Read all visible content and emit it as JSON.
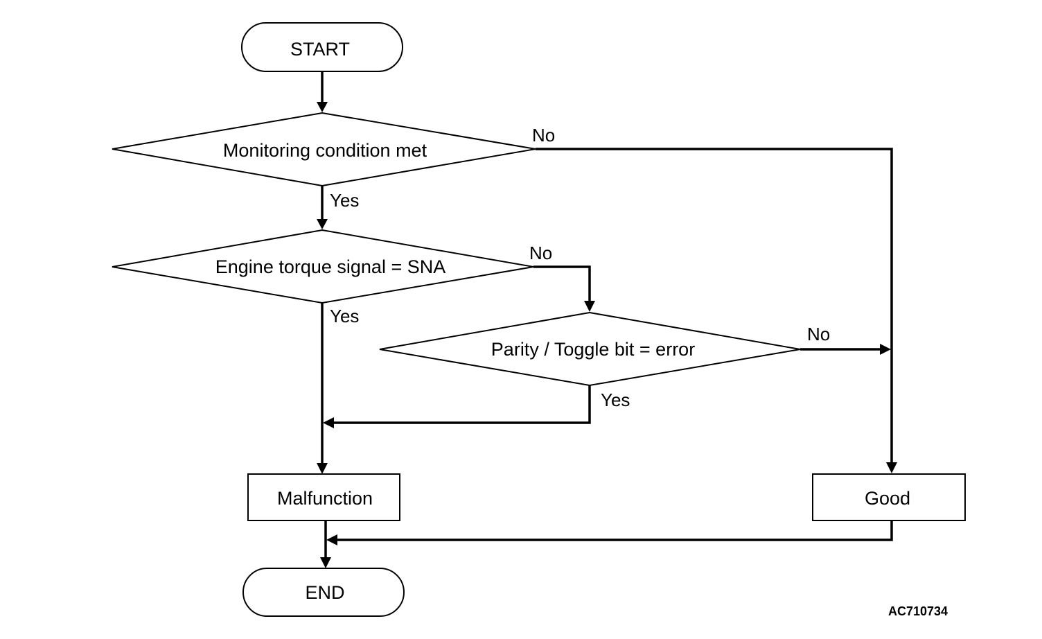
{
  "nodes": {
    "start": {
      "label": "START",
      "shape": "terminal"
    },
    "monitoring": {
      "label": "Monitoring condition met",
      "shape": "decision"
    },
    "engine_torque": {
      "label": "Engine torque signal  = SNA",
      "shape": "decision"
    },
    "parity": {
      "label": "Parity / Toggle bit = error",
      "shape": "decision"
    },
    "malfunction": {
      "label": "Malfunction",
      "shape": "process"
    },
    "good": {
      "label": "Good",
      "shape": "process"
    },
    "end": {
      "label": "END",
      "shape": "terminal"
    }
  },
  "edges": [
    {
      "from": "start",
      "to": "monitoring",
      "label": ""
    },
    {
      "from": "monitoring",
      "to": "engine_torque",
      "label": "Yes"
    },
    {
      "from": "monitoring",
      "to": "good",
      "label": "No"
    },
    {
      "from": "engine_torque",
      "to": "malfunction",
      "label": "Yes"
    },
    {
      "from": "engine_torque",
      "to": "parity",
      "label": "No"
    },
    {
      "from": "parity",
      "to": "malfunction",
      "label": "Yes"
    },
    {
      "from": "parity",
      "to": "good",
      "label": "No"
    },
    {
      "from": "malfunction",
      "to": "end",
      "label": ""
    },
    {
      "from": "good",
      "to": "end",
      "label": ""
    }
  ],
  "labels": {
    "monitoring_no": "No",
    "monitoring_yes": "Yes",
    "engine_no": "No",
    "engine_yes": "Yes",
    "parity_no": "No",
    "parity_yes": "Yes"
  },
  "figure_id": "AC710734"
}
